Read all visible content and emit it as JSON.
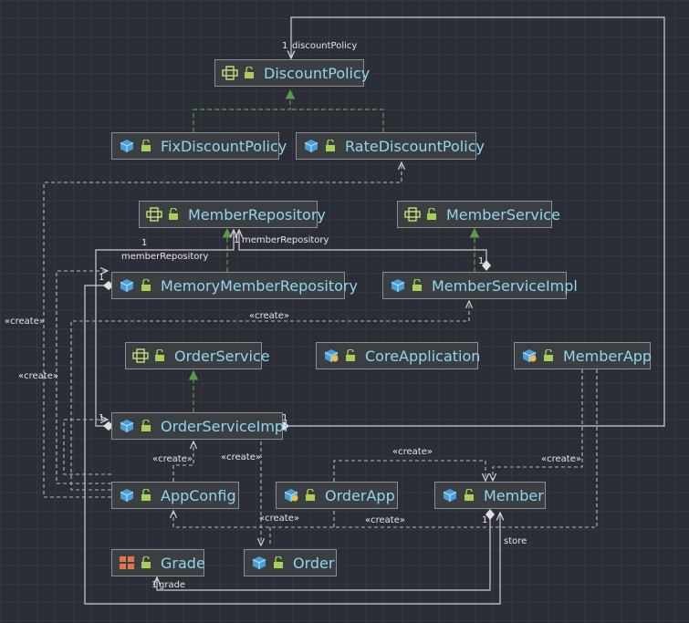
{
  "nodes": {
    "discount_policy": {
      "name": "DiscountPolicy",
      "kind": "interface"
    },
    "fix_discount_policy": {
      "name": "FixDiscountPolicy",
      "kind": "class"
    },
    "rate_discount_policy": {
      "name": "RateDiscountPolicy",
      "kind": "class"
    },
    "member_repository": {
      "name": "MemberRepository",
      "kind": "interface"
    },
    "member_service": {
      "name": "MemberService",
      "kind": "interface"
    },
    "memory_member_repository": {
      "name": "MemoryMemberRepository",
      "kind": "class"
    },
    "member_service_impl": {
      "name": "MemberServiceImpl",
      "kind": "class"
    },
    "order_service": {
      "name": "OrderService",
      "kind": "interface"
    },
    "core_application": {
      "name": "CoreApplication",
      "kind": "main-class"
    },
    "member_app": {
      "name": "MemberApp",
      "kind": "main-class"
    },
    "order_service_impl": {
      "name": "OrderServiceImpl",
      "kind": "class"
    },
    "app_config": {
      "name": "AppConfig",
      "kind": "class"
    },
    "order_app": {
      "name": "OrderApp",
      "kind": "main-class"
    },
    "member": {
      "name": "Member",
      "kind": "class"
    },
    "grade": {
      "name": "Grade",
      "kind": "enum"
    },
    "order": {
      "name": "Order",
      "kind": "class"
    }
  },
  "labels": {
    "discount_policy_mult": "1",
    "discount_policy_role": "discountPolicy",
    "member_repository_mult_left": "1",
    "member_repository_role_left": "memberRepository",
    "member_repository_mult_right": "1",
    "member_repository_role_right": "memberRepository",
    "member_service_impl_mult": "1",
    "create_1": "«create»",
    "create_2": "«create»",
    "create_3": "«create»",
    "create_4": "«create»",
    "create_5": "«create»",
    "create_6": "«create»",
    "create_7": "«create»",
    "create_8": "«create»",
    "create_9": "«create»",
    "osi_mult_left": "1",
    "osi_mult_right": "1",
    "memory_repo_mult": "1",
    "store_mult": "1",
    "store_role": "store",
    "grade_mult": "1",
    "grade_role": "grade"
  },
  "colors": {
    "background": "#2b2d37",
    "node_fill": "#3c3f41",
    "node_border": "#8a8d92",
    "node_text": "#8fd6f2",
    "realization": "#5a9a4a",
    "association": "#d0d0d0",
    "dependency": "#b8b8b8"
  }
}
